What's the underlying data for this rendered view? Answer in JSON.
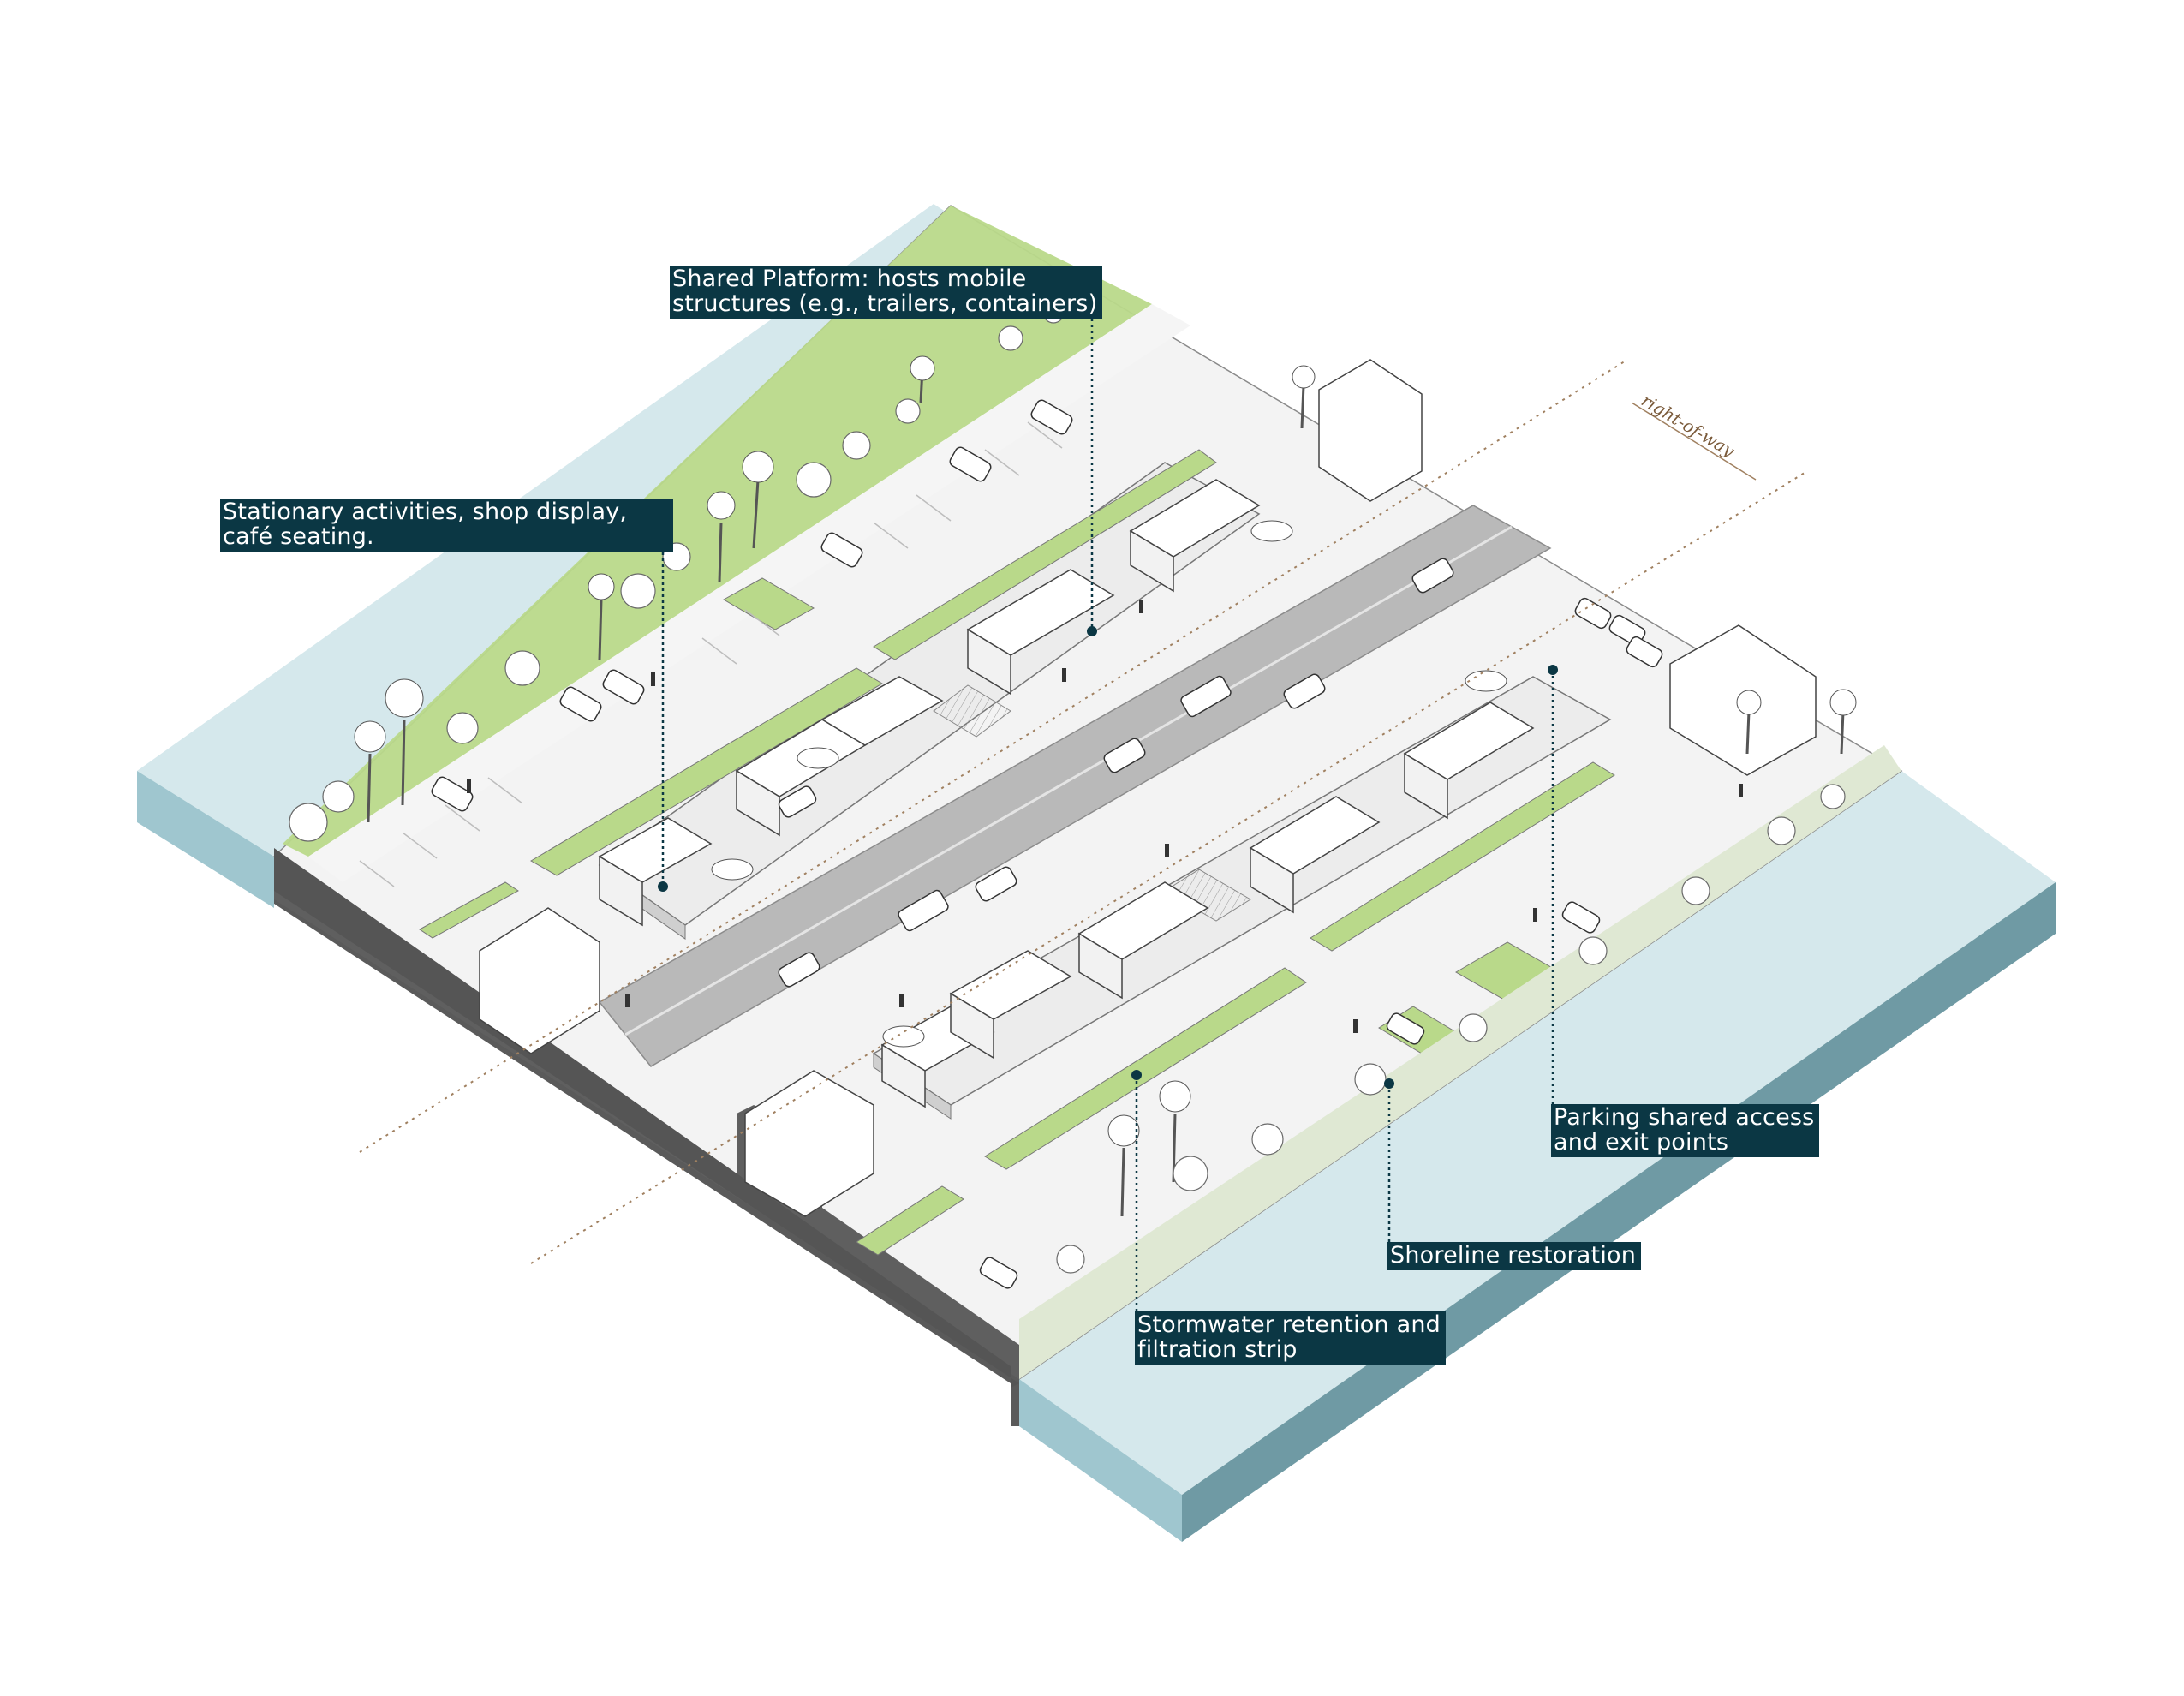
{
  "colors": {
    "water_top": "#d5e8ec",
    "water_side_left": "#9fc6cf",
    "water_side_right": "#6f9aa4",
    "ground_cut": "#5a5a5a",
    "ground_top": "#f4f4f4",
    "road": "#b9b9b9",
    "green": "#b9d98a",
    "callout_bg": "#0b3744",
    "dotted_line": "#a08060"
  },
  "callouts": {
    "shared_platform": "Shared Platform: hosts mobile\nstructures (e.g., trailers, containers)",
    "stationary": "Stationary activities, shop display,\ncafé seating.",
    "parking": "Parking shared access\nand exit points",
    "shoreline": "Shoreline restoration",
    "stormwater": "Stormwater retention and\nfiltration strip"
  },
  "row_label": "right-of-way",
  "icons": {
    "callout_marker": "dot-marker-icon",
    "trees": "palm-tree-icon",
    "vehicles": "car-icon",
    "people": "pedestrian-icon",
    "umbrellas": "cafe-umbrella-icon"
  }
}
